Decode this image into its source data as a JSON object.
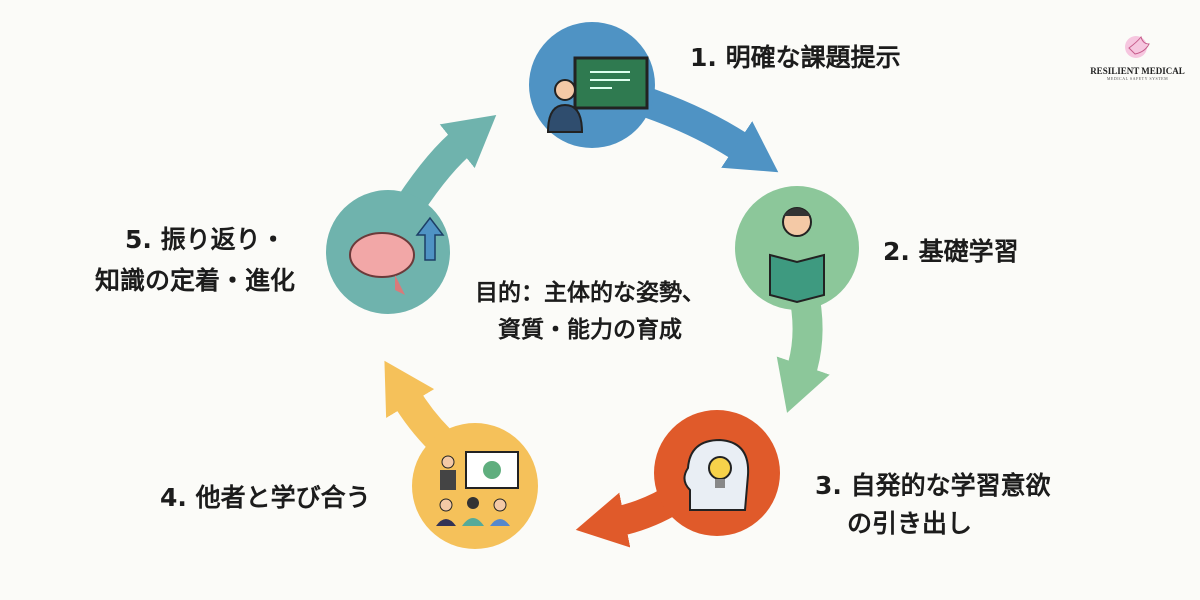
{
  "steps": [
    {
      "label": "1. 明確な課題提示",
      "icon": "teacher-blackboard-icon",
      "color": "#4f93c4"
    },
    {
      "label": "2. 基礎学習",
      "icon": "student-reading-icon",
      "color": "#8cc79a"
    },
    {
      "label_line1": "3. 自発的な学習意欲",
      "label_line2": "の引き出し",
      "icon": "lightbulb-head-icon",
      "color": "#e05a2a"
    },
    {
      "label": "4. 他者と学び合う",
      "icon": "group-presentation-icon",
      "color": "#f5c15a"
    },
    {
      "label_line1": "5. 振り返り・",
      "label_line2": "知識の定着・進化",
      "icon": "brain-growth-icon",
      "color": "#6fb3ad"
    }
  ],
  "center": {
    "line1": "目的：主体的な姿勢、",
    "line2": "資質・能力の育成"
  },
  "logo": {
    "name": "RESILIENT MEDICAL",
    "tagline": "MEDICAL SAFETY SYSTEM"
  }
}
